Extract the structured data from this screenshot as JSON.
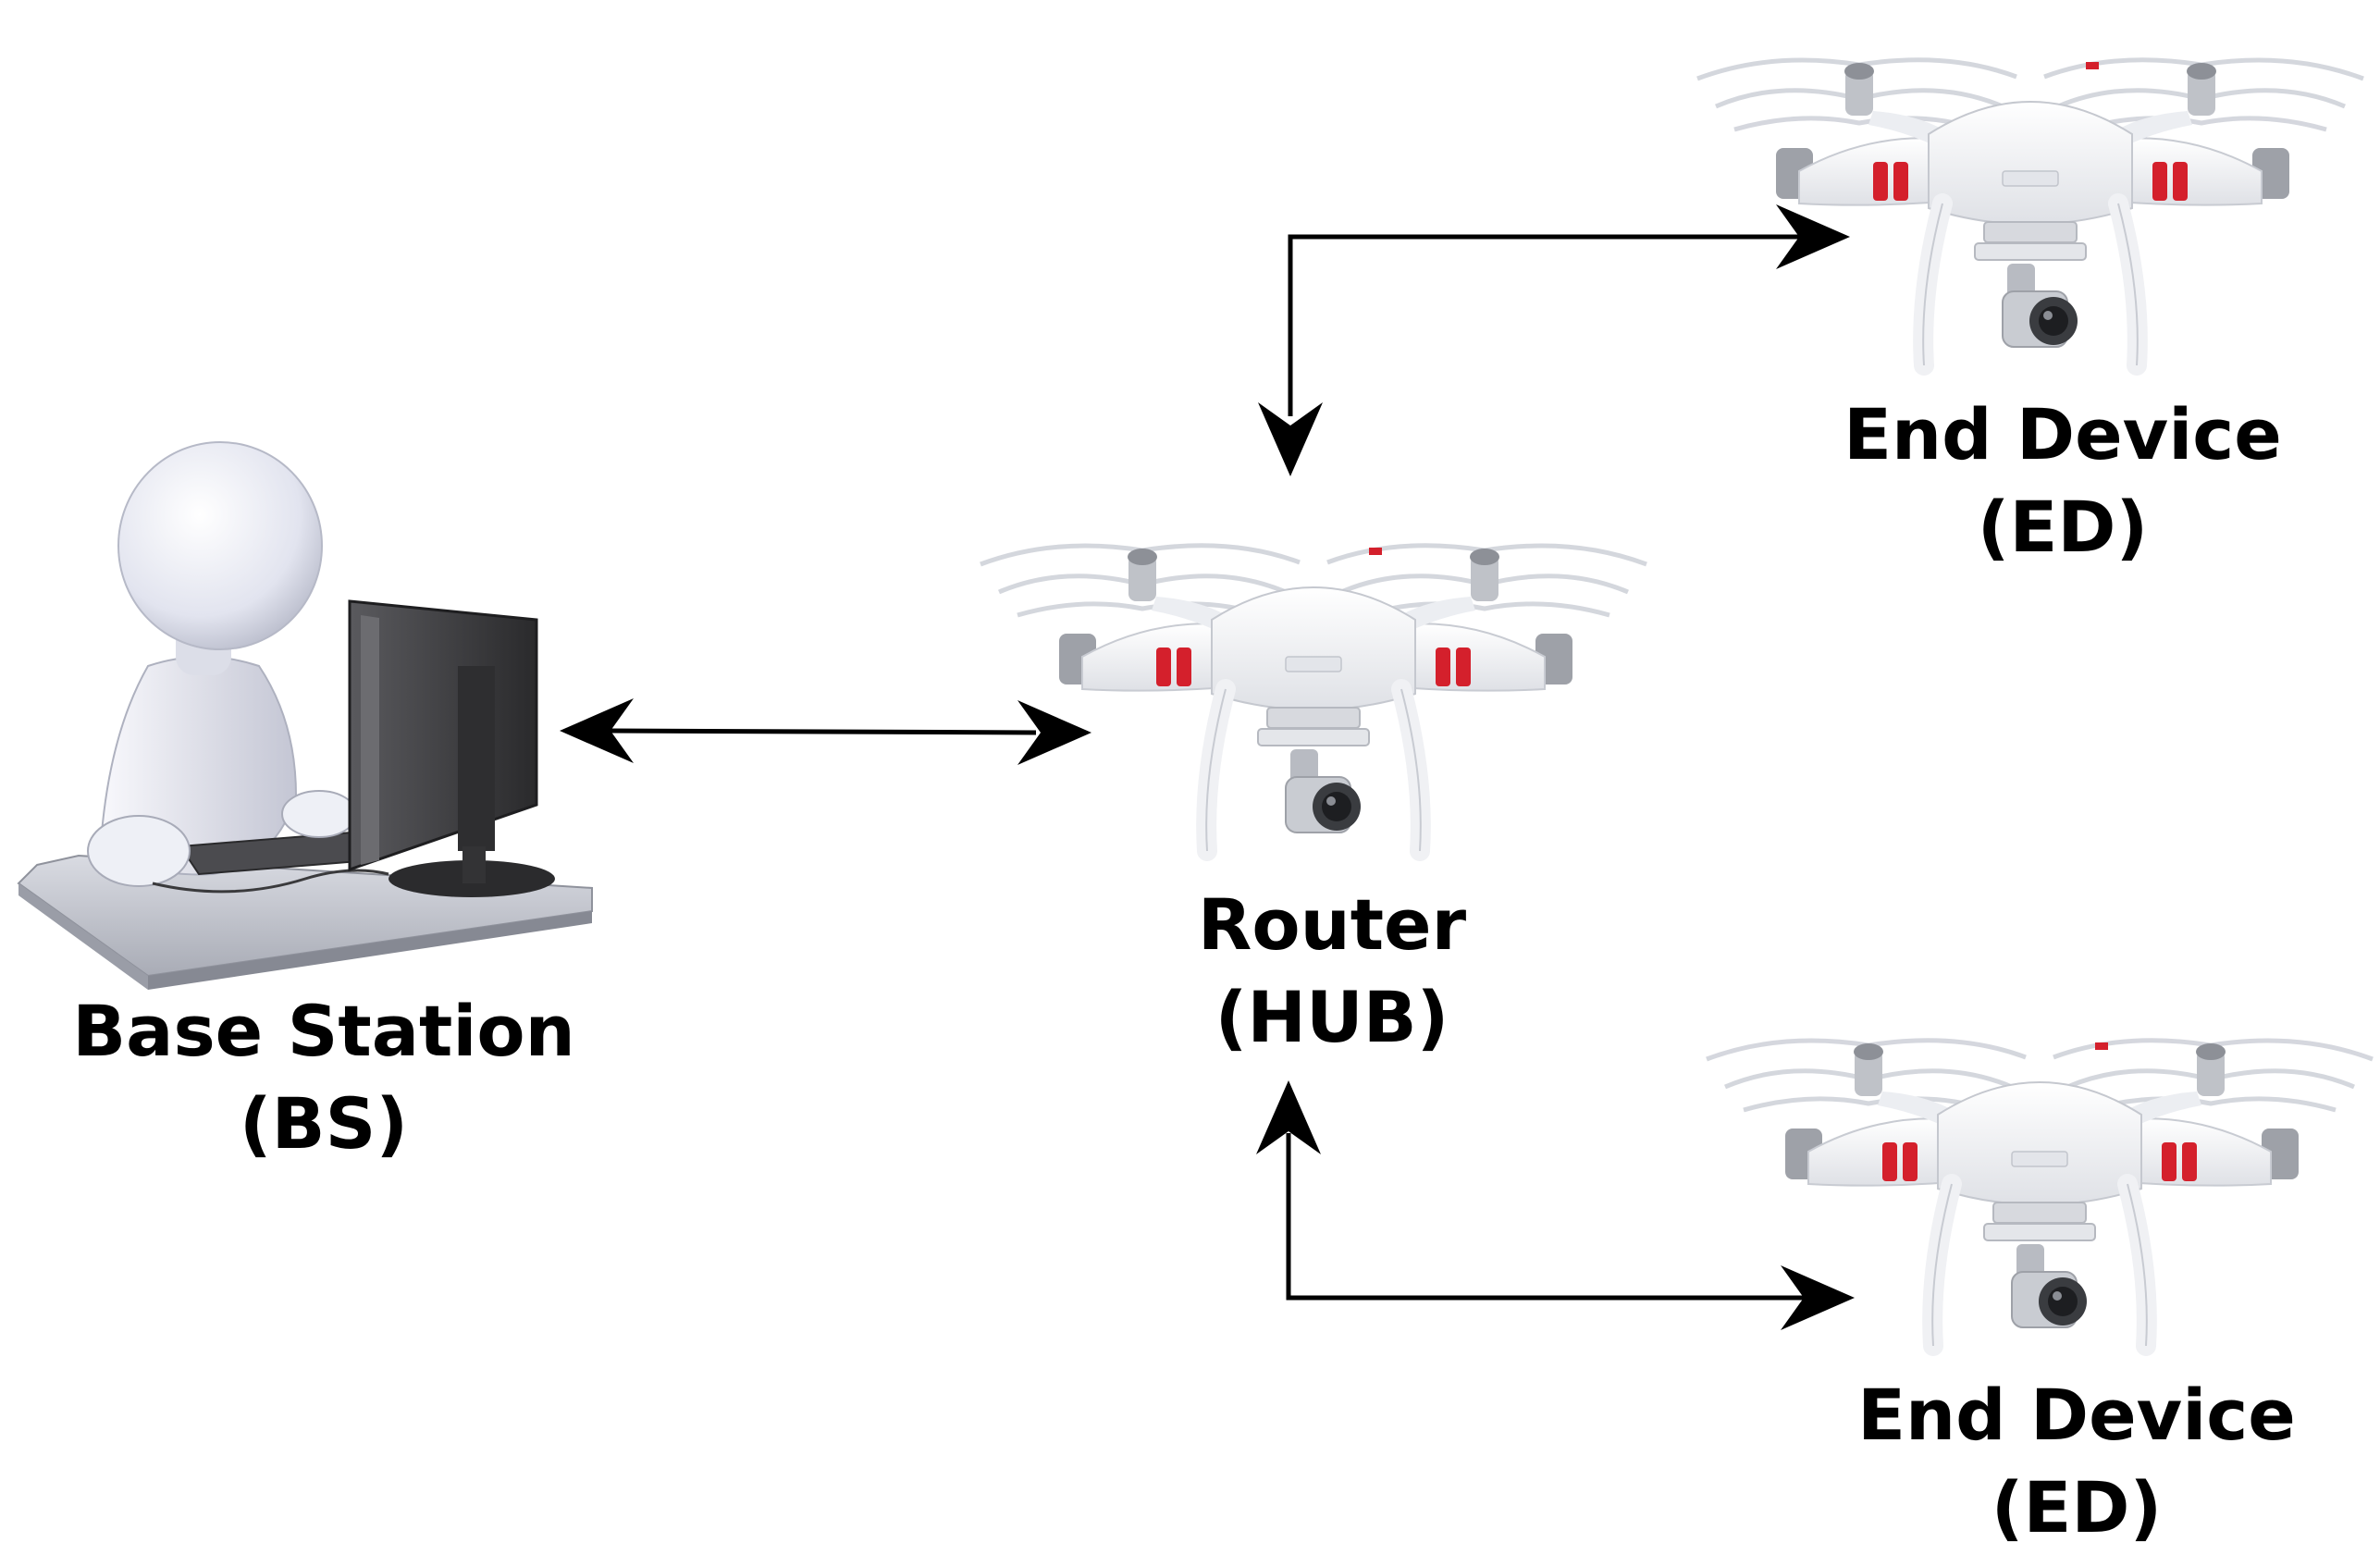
{
  "nodes": {
    "base_station": {
      "name": "Base Station",
      "abbr": "(BS)"
    },
    "router": {
      "name": "Router",
      "abbr": "(HUB)"
    },
    "end_device_top": {
      "name": "End Device",
      "abbr": "(ED)"
    },
    "end_device_bottom": {
      "name": "End Device",
      "abbr": "(ED)"
    }
  },
  "colors": {
    "arrow": "#000000",
    "drone_body": "#f4f5f7",
    "drone_accent": "#d4202c",
    "figure": "#e6e8f2",
    "monitor": "#3a3a3c",
    "desk": "#c9cbd2"
  },
  "icons": [
    "person-at-computer-icon",
    "drone-icon"
  ]
}
